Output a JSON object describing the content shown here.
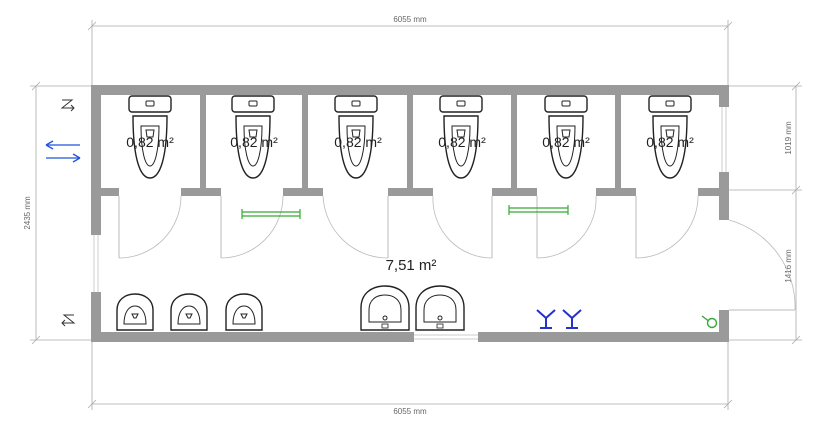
{
  "dimensions": {
    "top_width": "6055 mm",
    "bottom_width": "6055 mm",
    "left_height": "2435 mm",
    "right_upper_height": "1019 mm",
    "right_lower_height": "1416 mm"
  },
  "cabins": [
    {
      "area": "0,82 m²"
    },
    {
      "area": "0,82 m²"
    },
    {
      "area": "0,82 m²"
    },
    {
      "area": "0,82 m²"
    },
    {
      "area": "0,82 m²"
    },
    {
      "area": "0,82 m²"
    }
  ],
  "hall": {
    "area": "7,51 m²"
  },
  "colors": {
    "wall": "#9a9a9a",
    "flow_arrows": "#2255dd",
    "taps": "#2233cc",
    "grab_bars": "#33aa33",
    "door_handle": "#33aa33",
    "dimension_lines": "#aaaaaa"
  },
  "icons": {
    "flow": "double-arrow-icon",
    "vent": "vent-arrow-icon",
    "tap": "water-tap-icon"
  }
}
